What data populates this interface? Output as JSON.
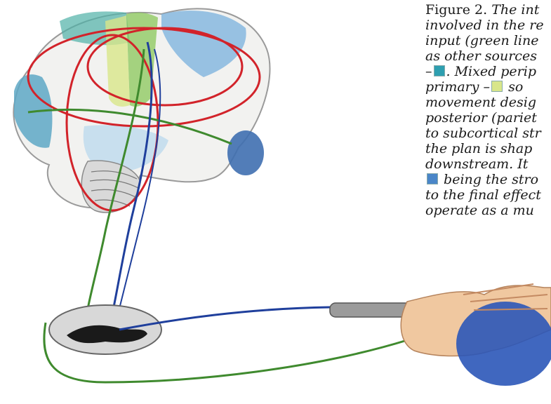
{
  "caption": {
    "lines": [
      {
        "plain": "Figure 2. ",
        "italic": "The int"
      },
      {
        "plain": "",
        "italic": "involved in the re"
      },
      {
        "plain": "",
        "italic": "input (green line"
      },
      {
        "plain": "",
        "italic": "as other sources"
      },
      {
        "pre": "–",
        "italic": ". Mixed perip"
      },
      {
        "pre": "primary –",
        "italic": " so"
      },
      {
        "plain": "",
        "italic": "movement desig"
      },
      {
        "plain": "",
        "italic": "posterior (pariet"
      },
      {
        "plain": "",
        "italic": "to subcortical str"
      },
      {
        "plain": "",
        "italic": "the plan is shap"
      },
      {
        "plain": "",
        "italic": "downstream. It"
      },
      {
        "plain": "",
        "italic": " being the stro"
      },
      {
        "plain": "",
        "italic": "to the final effect"
      },
      {
        "plain": "",
        "italic": "operate as a mu"
      }
    ],
    "swatches": {
      "mixed": "#2e9fb0",
      "primary": "#d8e68a",
      "strongest": "#4a86c8"
    }
  },
  "colors": {
    "green_pathway": "#3f8a2e",
    "blue_pathway": "#1f3f9c",
    "red_loops": "#d2232a",
    "brain_outline": "#9a9a9a",
    "brain_fill": "#f2f2f0",
    "frontal_blue": "#5ea8c6",
    "motor_green": "#8ac75a",
    "hand_skin": "#f0c8a0",
    "hand_shadow": "#2b57b8"
  }
}
